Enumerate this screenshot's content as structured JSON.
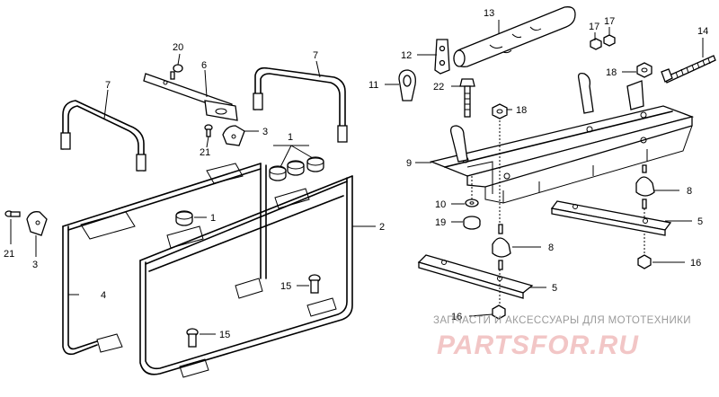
{
  "diagram": {
    "callouts": [
      {
        "id": "c13",
        "label": "13"
      },
      {
        "id": "c17a",
        "label": "17"
      },
      {
        "id": "c17b",
        "label": "17"
      },
      {
        "id": "c14",
        "label": "14"
      },
      {
        "id": "c12",
        "label": "12"
      },
      {
        "id": "c11",
        "label": "11"
      },
      {
        "id": "c18a",
        "label": "18"
      },
      {
        "id": "c22",
        "label": "22"
      },
      {
        "id": "c18b",
        "label": "18"
      },
      {
        "id": "c9",
        "label": "9"
      },
      {
        "id": "c8a",
        "label": "8"
      },
      {
        "id": "c5a",
        "label": "5"
      },
      {
        "id": "c10",
        "label": "10"
      },
      {
        "id": "c19",
        "label": "19"
      },
      {
        "id": "c8b",
        "label": "8"
      },
      {
        "id": "c16a",
        "label": "16"
      },
      {
        "id": "c5b",
        "label": "5"
      },
      {
        "id": "c16b",
        "label": "16"
      },
      {
        "id": "c20",
        "label": "20"
      },
      {
        "id": "c6",
        "label": "6"
      },
      {
        "id": "c7a",
        "label": "7"
      },
      {
        "id": "c7b",
        "label": "7"
      },
      {
        "id": "c3a",
        "label": "3"
      },
      {
        "id": "c21a",
        "label": "21"
      },
      {
        "id": "c1a",
        "label": "1"
      },
      {
        "id": "c2",
        "label": "2"
      },
      {
        "id": "c1b",
        "label": "1"
      },
      {
        "id": "c21b",
        "label": "21"
      },
      {
        "id": "c3b",
        "label": "3"
      },
      {
        "id": "c4",
        "label": "4"
      },
      {
        "id": "c15a",
        "label": "15"
      },
      {
        "id": "c15b",
        "label": "15"
      }
    ]
  },
  "watermark": {
    "caption": "ЗАПЧАСТИ И АКСЕССУАРЫ ДЛЯ МОТОТЕХНИКИ",
    "logo": "PARTSFOR.RU",
    "color": "#f2c6c6"
  }
}
